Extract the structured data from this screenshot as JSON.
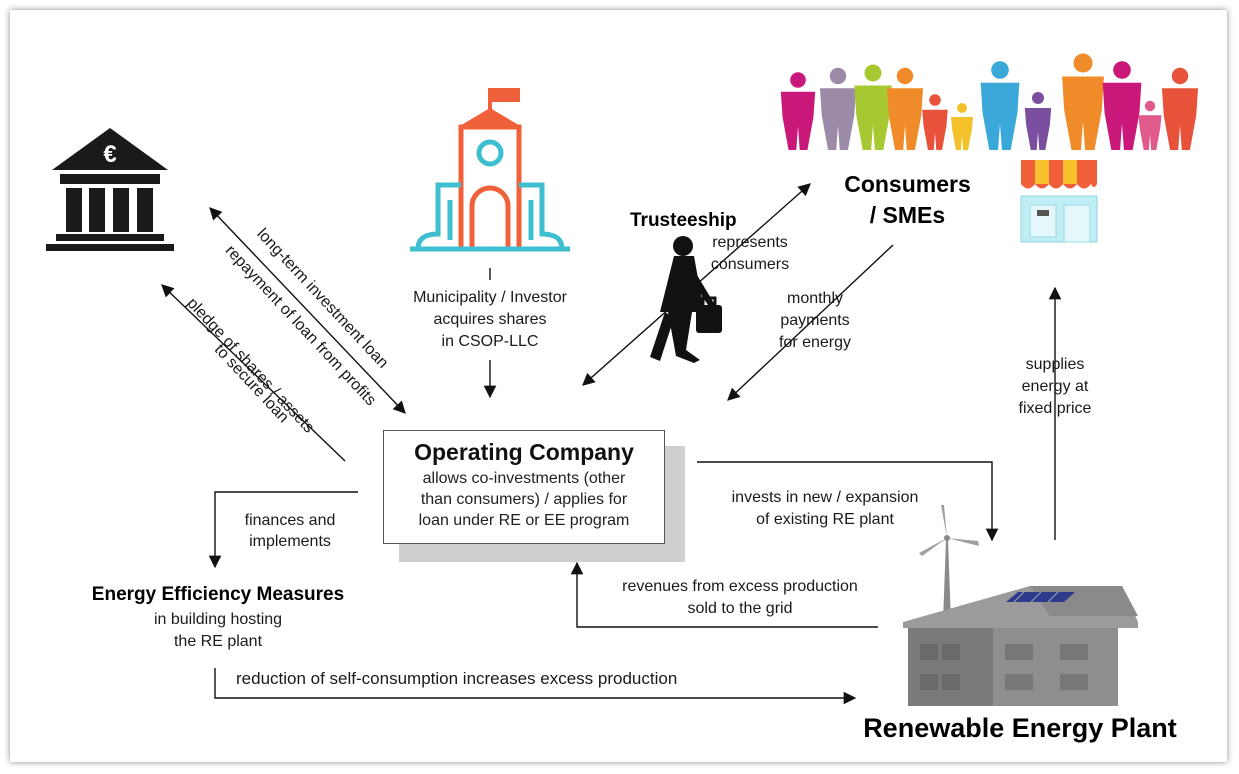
{
  "trusteeship": {
    "title": "Trusteeship",
    "desc": [
      "represents",
      "consumers"
    ]
  },
  "consumers": {
    "title": [
      "Consumers",
      "/ SMEs"
    ]
  },
  "municipality": {
    "desc": [
      "Municipality / Investor",
      "acquires shares",
      "in CSOP-LLC"
    ]
  },
  "operating_company": {
    "title": "Operating Company",
    "desc": [
      "allows co-investments (other",
      "than consumers) / applies for",
      "loan under RE or EE program"
    ]
  },
  "bank_links": {
    "loan": "long-term investment loan",
    "repayment": "repayment of loan from profits",
    "pledge": [
      "pledge of shares / assets",
      "to secure loan"
    ]
  },
  "monthly_payments": [
    "monthly",
    "payments",
    "for energy"
  ],
  "supplies": [
    "supplies",
    "energy at",
    "fixed price"
  ],
  "invests": [
    "invests in new / expansion",
    "of existing RE plant"
  ],
  "finances": [
    "finances and",
    "implements"
  ],
  "revenues": [
    "revenues from excess production",
    "sold to the grid"
  ],
  "ee_measures": {
    "title": "Energy Efficiency Measures",
    "desc": [
      "in building hosting",
      "the RE plant"
    ]
  },
  "reduction": "reduction of self-consumption increases excess production",
  "re_plant": {
    "title": "Renewable Energy Plant"
  },
  "colors": {
    "orange": "#f0603a",
    "teal": "#3ebfcf",
    "solar": "#2e3a8c",
    "building": "#7a7a7a",
    "roof": "#9a9a9a"
  },
  "icons": [
    "euro-bank-icon",
    "town-hall-icon",
    "woman-briefcase-icon",
    "people-crowd-icon",
    "shop-icon",
    "wind-turbine-icon",
    "solar-house-icon"
  ]
}
